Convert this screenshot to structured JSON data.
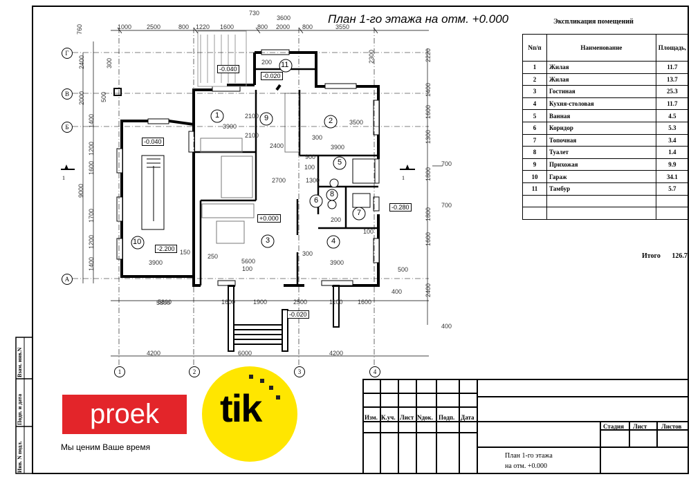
{
  "drawing": {
    "plan_title": "План  1-го этажа на отм. +0.000",
    "explication_title": "Экспликация помещений",
    "table_headers": {
      "num": "Nп/п",
      "name": "Наименование",
      "area": "Площадь,"
    },
    "rooms": [
      {
        "num": "1",
        "name": "Жилая",
        "area": "11.7"
      },
      {
        "num": "2",
        "name": "Жилая",
        "area": "13.7"
      },
      {
        "num": "3",
        "name": "Гостиная",
        "area": "25.3"
      },
      {
        "num": "4",
        "name": "Кухня-столовая",
        "area": "11.7"
      },
      {
        "num": "5",
        "name": "Ванная",
        "area": "4.5"
      },
      {
        "num": "6",
        "name": "Коридор",
        "area": "5.3"
      },
      {
        "num": "7",
        "name": "Топочная",
        "area": "3.4"
      },
      {
        "num": "8",
        "name": "Туалет",
        "area": "1.4"
      },
      {
        "num": "9",
        "name": "Прихожая",
        "area": "9.9"
      },
      {
        "num": "10",
        "name": "Гараж",
        "area": "34.1"
      },
      {
        "num": "11",
        "name": "Тамбур",
        "area": "5.7"
      }
    ],
    "total_label": "Итого",
    "total_value": "126.7",
    "levels": [
      "-0.040",
      "-0.020",
      "-0.040",
      "+0.000",
      "-2.200",
      "-0.280",
      "-0.020"
    ],
    "axes_letters": [
      "Г",
      "В",
      "Б",
      "А"
    ],
    "axes_numbers": [
      "1",
      "2",
      "3",
      "4"
    ],
    "dims_top": [
      "1000",
      "2500",
      "800",
      "1220",
      "1600",
      "800",
      "2000",
      "800",
      "730",
      "3600",
      "3550"
    ],
    "dims_bottom": [
      "5800",
      "1600",
      "1900",
      "2500",
      "1100",
      "1600",
      "4200",
      "6000",
      "4200"
    ],
    "dims_left": [
      "760",
      "2400",
      "300",
      "2000",
      "500",
      "1400",
      "1200",
      "1600",
      "9000",
      "1700",
      "1200",
      "1400"
    ],
    "dims_right": [
      "2220",
      "2300",
      "1400",
      "1600",
      "1300",
      "1800",
      "1800",
      "1600",
      "2400",
      "700",
      "700",
      "500",
      "400",
      "400"
    ],
    "dims_inner": [
      "3900",
      "2100",
      "2100",
      "2400",
      "300",
      "3900",
      "900",
      "100",
      "1300",
      "2700",
      "3500",
      "5600",
      "5800",
      "3900",
      "250",
      "150",
      "100",
      "300",
      "3900",
      "200",
      "200",
      "100"
    ],
    "section_mark": "1"
  },
  "side_labels": [
    "Взам. инв.N",
    "Подп. и дата",
    "Инв. N подл."
  ],
  "stamp": {
    "columns": [
      "Изм.",
      "К.уч.",
      "Лист",
      "Nдок.",
      "Подп.",
      "Дата"
    ],
    "stage_labels": [
      "Стадия",
      "Лист",
      "Листов"
    ],
    "sheet_title_line1": "План   1-го этажа",
    "sheet_title_line2": "на отм. +0.000"
  },
  "logo": {
    "brand_red": "proek",
    "brand_yellow": "tik",
    "slogan": "Мы ценим Ваше время",
    "color_red": "#e3252a",
    "color_yellow": "#ffe600"
  }
}
